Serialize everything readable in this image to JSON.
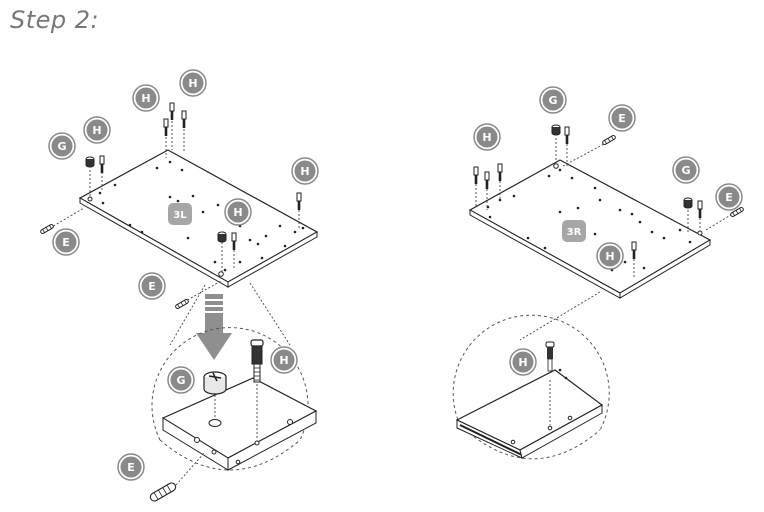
{
  "step_title": "Step 2:",
  "panels": [
    {
      "id": "left",
      "label": "3L"
    },
    {
      "id": "right",
      "label": "3R"
    }
  ],
  "parts": {
    "e": "E",
    "g": "G",
    "h": "H"
  },
  "colors": {
    "badge": "#8a8a8a",
    "label_bg": "#a6a6a6",
    "line": "#333333",
    "arrow": "#8f8f8f"
  }
}
